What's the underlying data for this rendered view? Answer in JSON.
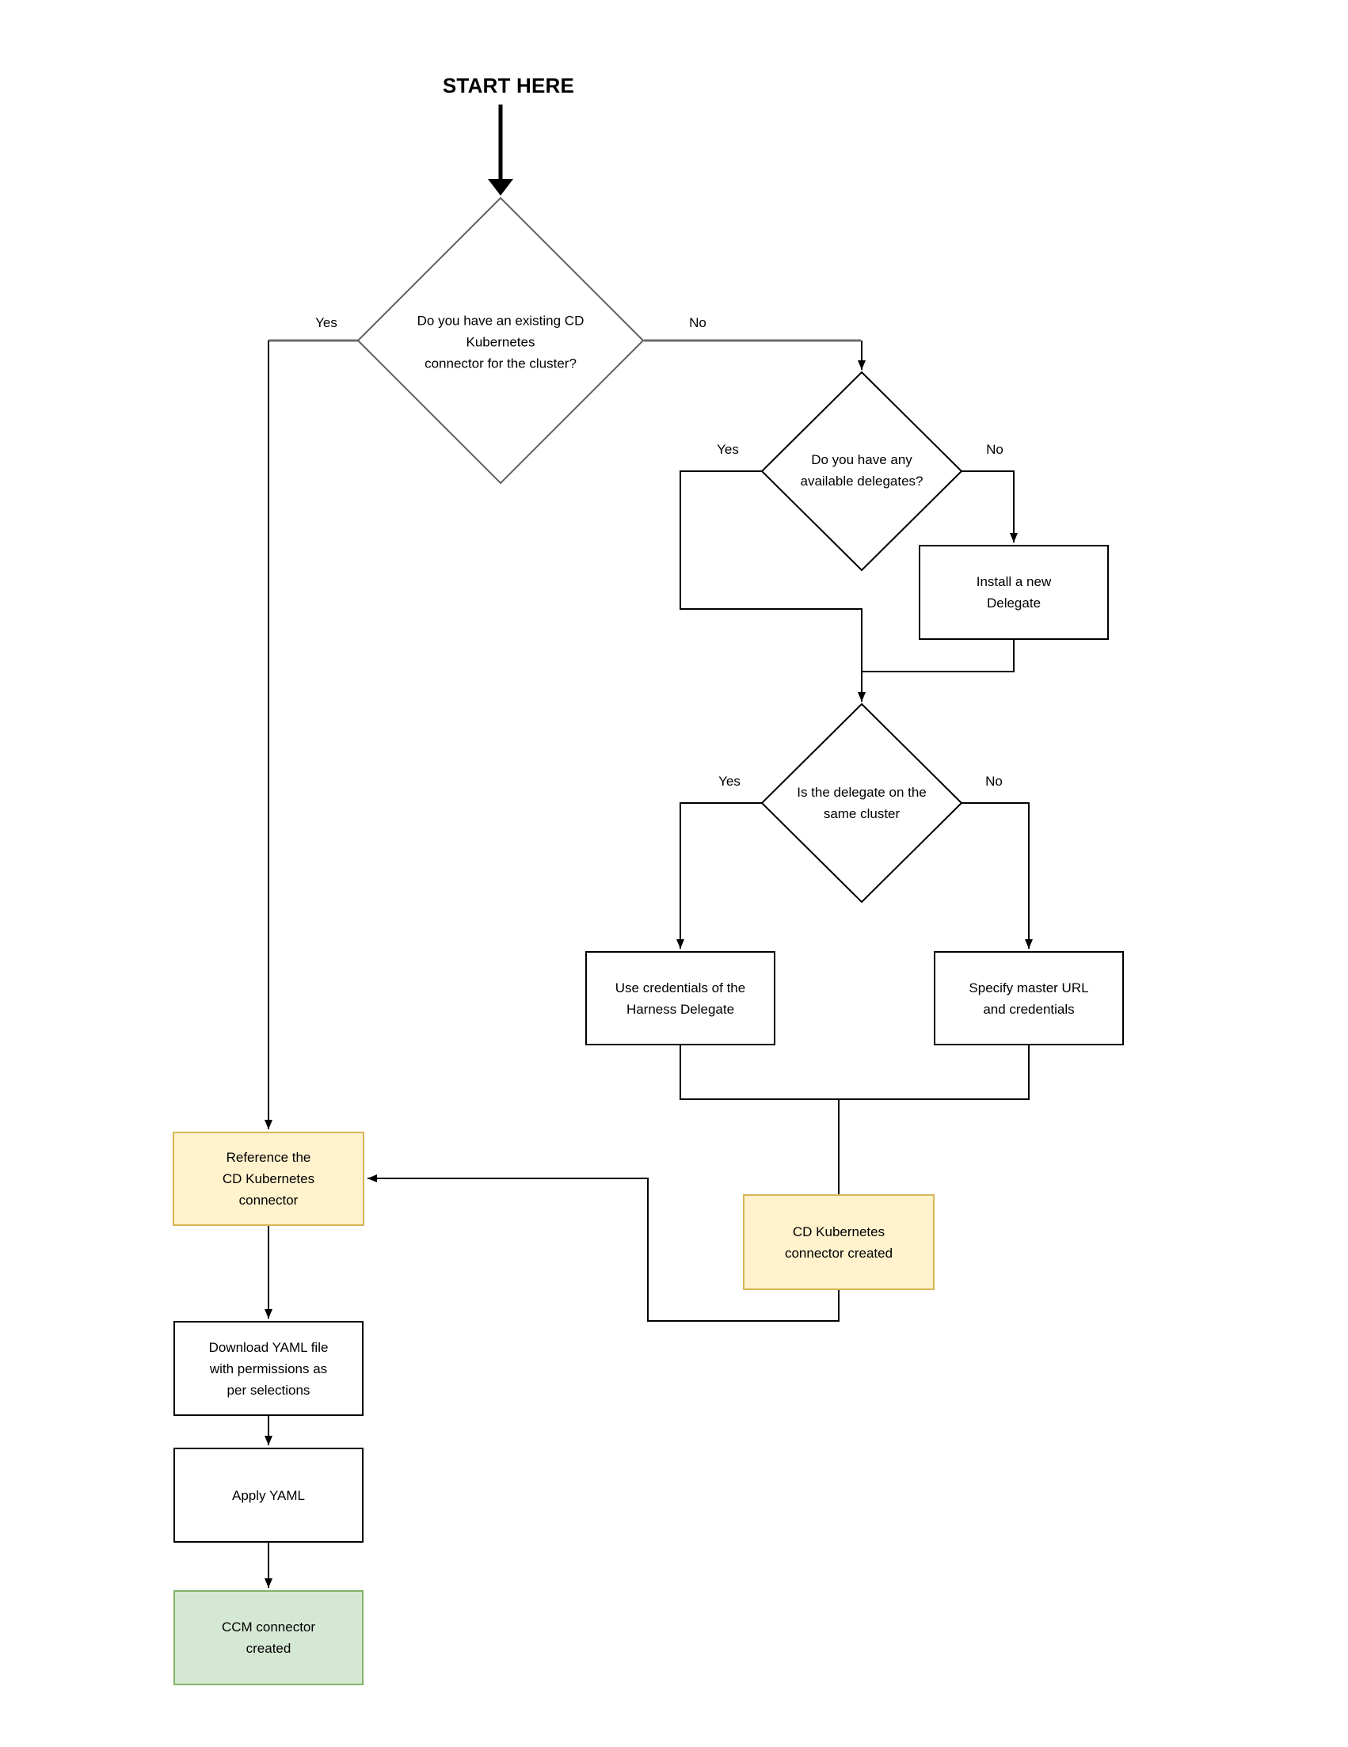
{
  "diagram": {
    "title": "START HERE",
    "nodes": {
      "decision_existing_connector": {
        "type": "decision",
        "label": "Do you have an existing CD\nKubernetes\nconnector for the cluster?"
      },
      "decision_available_delegates": {
        "type": "decision",
        "label": "Do you have any\navailable delegates?"
      },
      "decision_same_cluster": {
        "type": "decision",
        "label": "Is the delegate on the\nsame cluster"
      },
      "install_delegate": {
        "type": "process",
        "label": "Install a new\nDelegate"
      },
      "use_credentials": {
        "type": "process",
        "label": "Use credentials of the\nHarness Delegate"
      },
      "specify_master_url": {
        "type": "process",
        "label": "Specify master URL\nand credentials"
      },
      "cd_connector_created": {
        "type": "highlight",
        "label": "CD Kubernetes\nconnector created"
      },
      "reference_connector": {
        "type": "highlight",
        "label": "Reference the\nCD Kubernetes\nconnector"
      },
      "download_yaml": {
        "type": "process",
        "label": "Download YAML file\nwith permissions as\nper selections"
      },
      "apply_yaml": {
        "type": "process",
        "label": "Apply YAML"
      },
      "ccm_connector_created": {
        "type": "terminal",
        "label": "CCM connector\ncreated"
      }
    },
    "edge_labels": {
      "existing_yes": "Yes",
      "existing_no": "No",
      "delegates_yes": "Yes",
      "delegates_no": "No",
      "cluster_yes": "Yes",
      "cluster_no": "No"
    },
    "colors": {
      "highlight_fill": "#FFF2CC",
      "highlight_border": "#D6B656",
      "success_fill": "#D5E8D4",
      "success_border": "#82B366",
      "line": "#000000",
      "line_gray": "#6B6B6B",
      "background": "#FFFFFF"
    }
  }
}
